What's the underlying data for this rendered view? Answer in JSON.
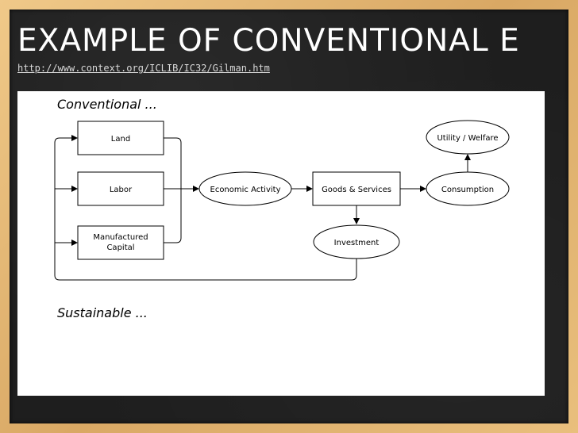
{
  "slide": {
    "title": "EXAMPLE OF CONVENTIONAL E",
    "source_link": "http://www.context.org/ICLIB/IC32/Gilman.htm"
  },
  "diagram": {
    "conventional_heading": "Conventional ...",
    "sustainable_heading": "Sustainable ...",
    "nodes": {
      "land": "Land",
      "labor": "Labor",
      "manufactured_capital": [
        "Manufactured",
        "Capital"
      ],
      "economic_activity": "Economic Activity",
      "goods_services": "Goods & Services",
      "consumption": "Consumption",
      "utility_welfare": "Utility / Welfare",
      "investment": "Investment"
    }
  }
}
